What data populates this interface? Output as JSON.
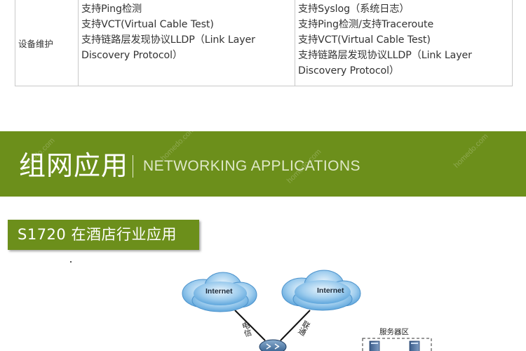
{
  "spec_table": {
    "row_label": "设备维护",
    "col_a": [
      "支持Ping检测",
      "支持VCT(Virtual Cable Test)",
      "支持链路层发现协议LLDP（Link Layer",
      "Discovery Protocol）"
    ],
    "col_b": [
      "支持Syslog（系统日志）",
      "支持Ping检测/支持Traceroute",
      "支持VCT(Virtual Cable Test)",
      "支持链路层发现协议LLDP（Link Layer",
      "Discovery Protocol）"
    ]
  },
  "banner": {
    "title_cn": "组网应用",
    "title_en": "NETWORKING APPLICATIONS",
    "watermark": "homedo.com",
    "bg_color": "#6c8f1b"
  },
  "section": {
    "label": "S1720 在酒店行业应用"
  },
  "diagram": {
    "clouds": [
      {
        "label": "Internet"
      },
      {
        "label": "Internet"
      }
    ],
    "links": [
      {
        "label": "电信"
      },
      {
        "label": "联通"
      }
    ],
    "server_zone": {
      "label": "服务器区"
    },
    "router_icon": "router-icon",
    "server_icon": "server-icon"
  }
}
